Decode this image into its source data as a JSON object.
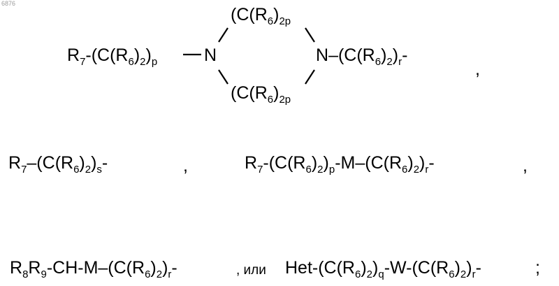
{
  "page_id": "6876",
  "formula1": {
    "left_r": "R",
    "left_r_sub": "7",
    "left_group_pre": "-(C(R",
    "left_group_sub6": "6",
    "left_group_mid": ")",
    "left_group_sub2": "2",
    "left_group_close": ")",
    "left_group_subp": "p",
    "n_left": "N",
    "top_pre": "(C(R",
    "top_sub6": "6",
    "top_mid": ")",
    "top_sub2": "2",
    "top_subp": "p",
    "bottom_pre": "(C(R",
    "bottom_sub6": "6",
    "bottom_mid": ")",
    "bottom_sub2": "2",
    "bottom_subp": "p",
    "n_right": "N",
    "right_pre": "–(C(R",
    "right_sub6": "6",
    "right_mid": ")",
    "right_sub2": "2",
    "right_close": ")",
    "right_subr": "r",
    "right_end": "-",
    "comma": ","
  },
  "formula2": {
    "r": "R",
    "r_sub": "7",
    "pre": "–(C(R",
    "sub6": "6",
    "mid": ")",
    "sub2": "2",
    "close": ")",
    "subs": "s",
    "end": "-"
  },
  "comma2": ",",
  "formula3": {
    "r": "R",
    "r_sub": "7",
    "pre": "-(C(R",
    "sub6": "6",
    "mid": ")",
    "sub2": "2",
    "close": ")",
    "subp": "p",
    "m": "-M–(C(R",
    "sub6b": "6",
    "midb": ")",
    "sub2b": "2",
    "closeb": ")",
    "subr": "r",
    "end": "-"
  },
  "comma3": ",",
  "formula4": {
    "r8": "R",
    "r8_sub": "8",
    "r9": "R",
    "r9_sub": "9",
    "pre": "-CH-M–(C(R",
    "sub6": "6",
    "mid": ")",
    "sub2": "2",
    "close": ")",
    "subr": "r",
    "end": "-"
  },
  "sep_text": ", или",
  "formula5": {
    "het": "Het-(C(R",
    "sub6": "6",
    "mid": ")",
    "sub2": "2",
    "close": ")",
    "subq": "q",
    "w": "-W-(C(R",
    "sub6b": "6",
    "midb": ")",
    "sub2b": "2",
    "closeb": ")",
    "subr": "r",
    "end": "-"
  },
  "semicolon": ";"
}
